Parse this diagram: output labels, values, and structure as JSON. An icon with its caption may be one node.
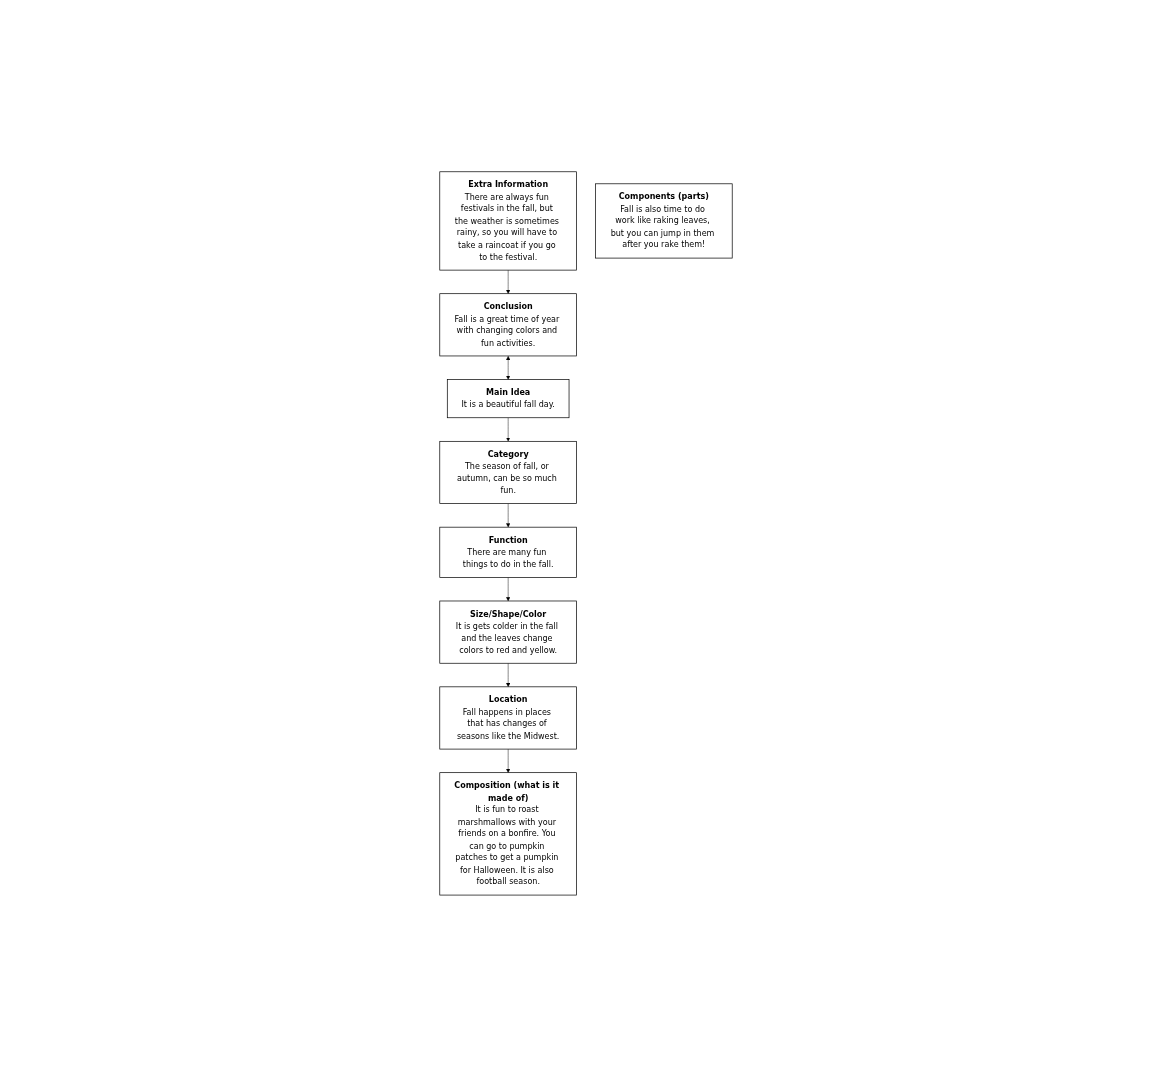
{
  "diagram": {
    "nodes": [
      {
        "text": [
          "Category",
          "The season of fall, or autumn, can be so much fun."
        ]
      },
      {
        "text": [
          "Function",
          "There are many fun things to do in the fall."
        ]
      },
      {
        "text": [
          "Size/Shape/Color",
          "It is gets colder in the fall and the leaves change colors to red and yellow."
        ]
      },
      {
        "text": [
          "Conclusion",
          "Fall is a great time of year with changing colors and fun activities."
        ]
      },
      {
        "text": [
          "Main Idea",
          "It is a beautiful fall day."
        ]
      },
      {
        "text": [
          "Location",
          "Fall happens in places that has changes of seasons like the Midwest."
        ]
      },
      {
        "text": [
          "Extra Information",
          "There are always fun festivals in the fall, but the weather is sometimes rainy, so you will have to take a raincoat if you go to the festival."
        ]
      },
      {
        "text": [
          "Components (parts)",
          "Fall is also time to do work like raking leaves, but you can jump in them after you rake them!"
        ]
      },
      {
        "text": [
          "Composition (what is it made of)",
          "It is fun to roast marshmallows with your friends on a bonfire. You can go to pumpkin patches to get a pumpkin for Halloween. It is also football season."
        ]
      }
    ],
    "edges": [
      {
        "from": 0,
        "to": 1,
        "arrow": "to"
      },
      {
        "from": 1,
        "to": 2,
        "arrow": "to"
      },
      {
        "from": 4,
        "to": 0,
        "arrow": "to"
      },
      {
        "from": 3,
        "to": 4,
        "arrow": "both"
      },
      {
        "from": 2,
        "to": 5,
        "arrow": "to"
      },
      {
        "from": 5,
        "to": 8,
        "arrow": "to"
      },
      {
        "from": 6,
        "to": 3,
        "arrow": "to"
      }
    ]
  }
}
